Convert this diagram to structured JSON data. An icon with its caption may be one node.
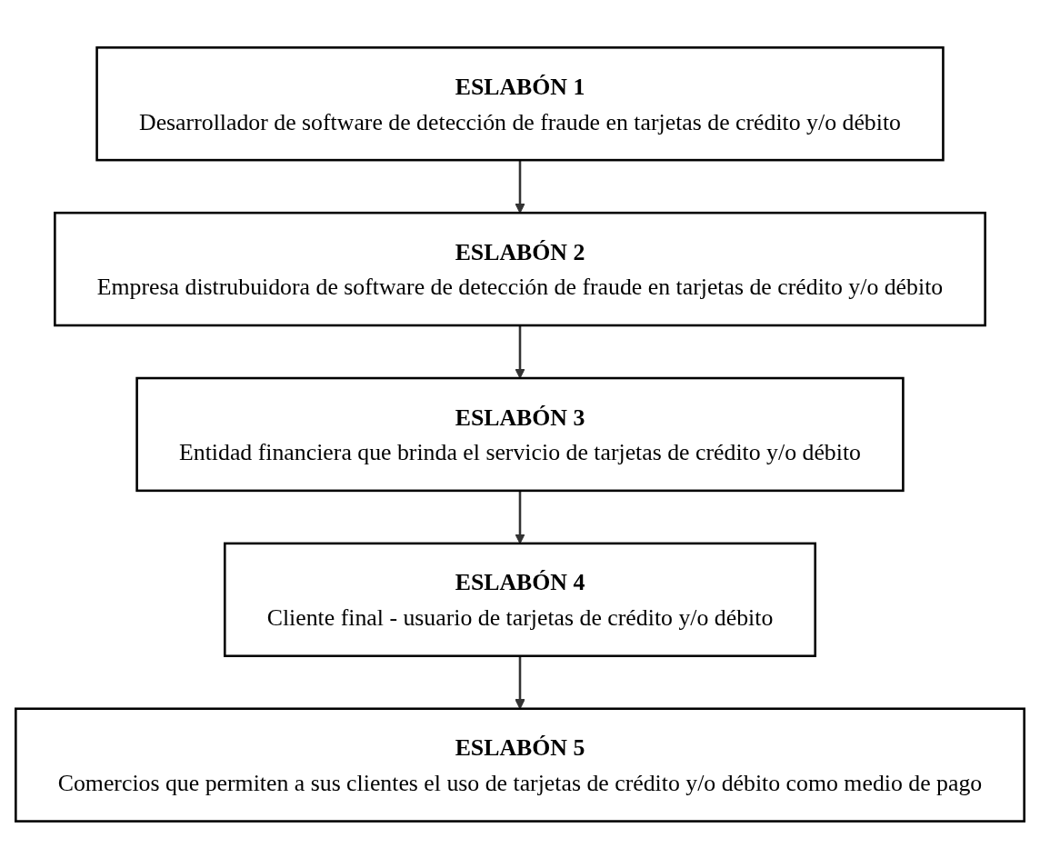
{
  "diagram": {
    "nodes": [
      {
        "text": [
          "ESLABÓN 1",
          "Desarrollador de software de detección de fraude en tarjetas de crédito y/o débito"
        ]
      },
      {
        "text": [
          "ESLABÓN 2",
          "Empresa distrubuidora de software de detección de fraude en tarjetas de crédito y/o débito"
        ]
      },
      {
        "text": [
          "ESLABÓN 3",
          "Entidad financiera que brinda el servicio de tarjetas de crédito y/o débito"
        ]
      },
      {
        "text": [
          "ESLABÓN 4",
          "Cliente  final - usuario de tarjetas de crédito y/o débito"
        ]
      },
      {
        "text": [
          "ESLABÓN 5",
          "Comercios que permiten a sus clientes el uso de tarjetas de crédito y/o débito como medio de pago"
        ]
      }
    ],
    "edges": [
      {
        "from": 0,
        "to": 1,
        "arrow": "to"
      },
      {
        "from": 1,
        "to": 2,
        "arrow": "to"
      },
      {
        "from": 2,
        "to": 3,
        "arrow": "to"
      },
      {
        "from": 3,
        "to": 4,
        "arrow": "to"
      }
    ]
  }
}
